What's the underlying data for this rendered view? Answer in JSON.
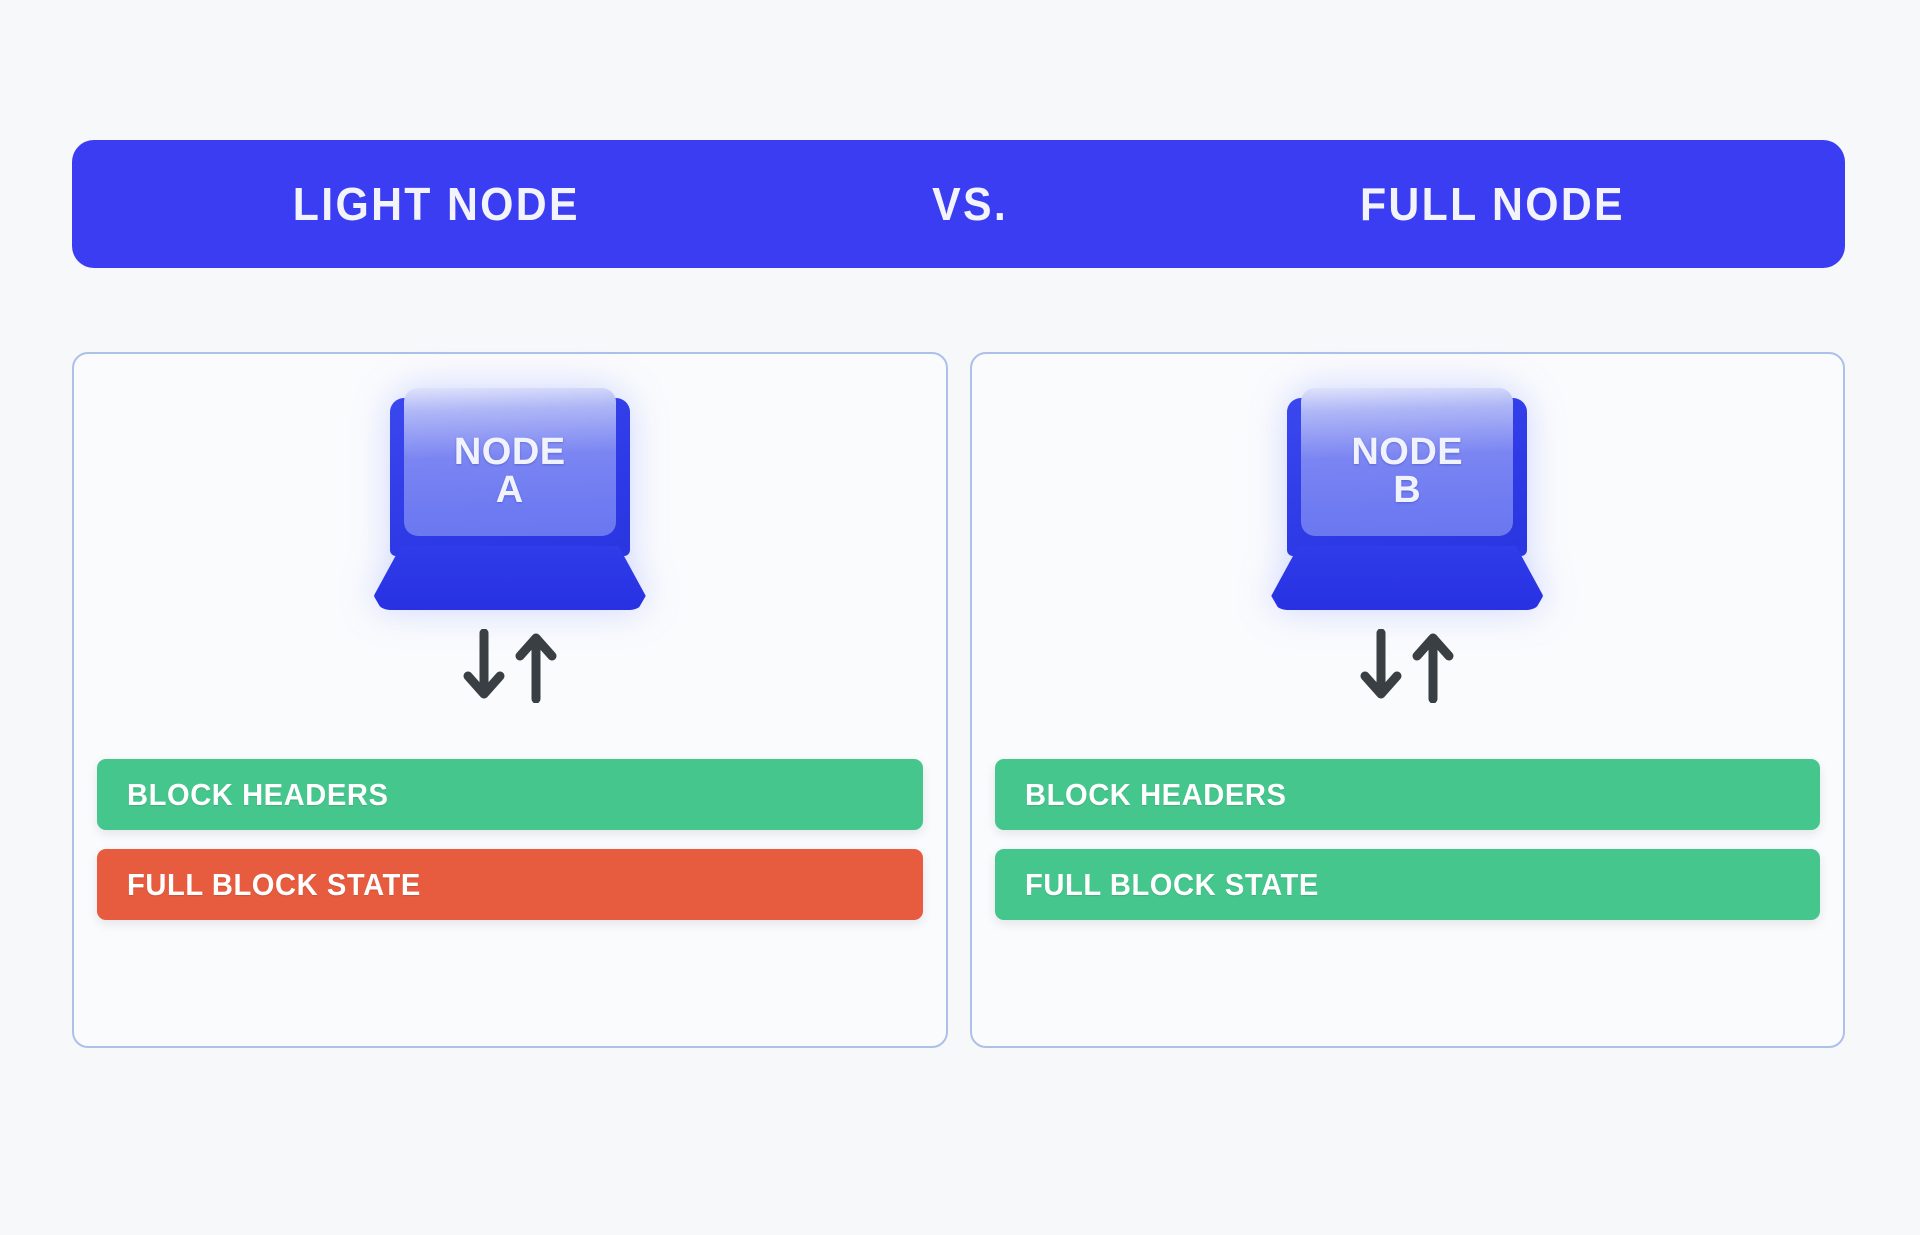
{
  "page": {
    "background_color": "#f7f8fa"
  },
  "header": {
    "background_color": "#3b3df2",
    "text_color": "#f2f3fb",
    "left_title": "LIGHT NODE",
    "middle_title": "VS.",
    "right_title": "FULL NODE"
  },
  "panels": [
    {
      "id": "light-node-panel",
      "border_color": "#adc0ea",
      "device": {
        "icon": "laptop-icon",
        "label_line1": "NODE",
        "label_line2": "A",
        "shell_color": "#2d3ae6",
        "screen_color": "#7b85f2"
      },
      "sync_arrows": {
        "down_icon": "arrow-down-icon",
        "up_icon": "arrow-up-icon",
        "color": "#3a3f44"
      },
      "bars": [
        {
          "label": "BLOCK HEADERS",
          "color": "#45c68c",
          "state": "available"
        },
        {
          "label": "FULL BLOCK STATE",
          "color": "#e75b3f",
          "state": "unavailable"
        }
      ]
    },
    {
      "id": "full-node-panel",
      "border_color": "#adc0ea",
      "device": {
        "icon": "laptop-icon",
        "label_line1": "NODE",
        "label_line2": "B",
        "shell_color": "#2d3ae6",
        "screen_color": "#7b85f2"
      },
      "sync_arrows": {
        "down_icon": "arrow-down-icon",
        "up_icon": "arrow-up-icon",
        "color": "#3a3f44"
      },
      "bars": [
        {
          "label": "BLOCK HEADERS",
          "color": "#45c68c",
          "state": "available"
        },
        {
          "label": "FULL BLOCK STATE",
          "color": "#45c68c",
          "state": "available"
        }
      ]
    }
  ]
}
